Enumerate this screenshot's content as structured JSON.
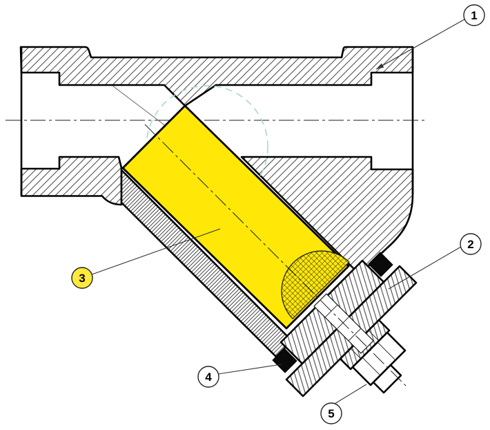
{
  "drawing": {
    "balloons": [
      {
        "label": "1"
      },
      {
        "label": "2"
      },
      {
        "label": "3"
      },
      {
        "label": "4"
      },
      {
        "label": "5"
      }
    ],
    "colors": {
      "screen_yellow": "#ffe808",
      "balloon3_yellow": "#ffe93d",
      "hidden_teal": "#a5dacf",
      "seal_black": "#0a0a0a",
      "line_black": "#000000",
      "balloon_fill": "#ffffff"
    }
  }
}
